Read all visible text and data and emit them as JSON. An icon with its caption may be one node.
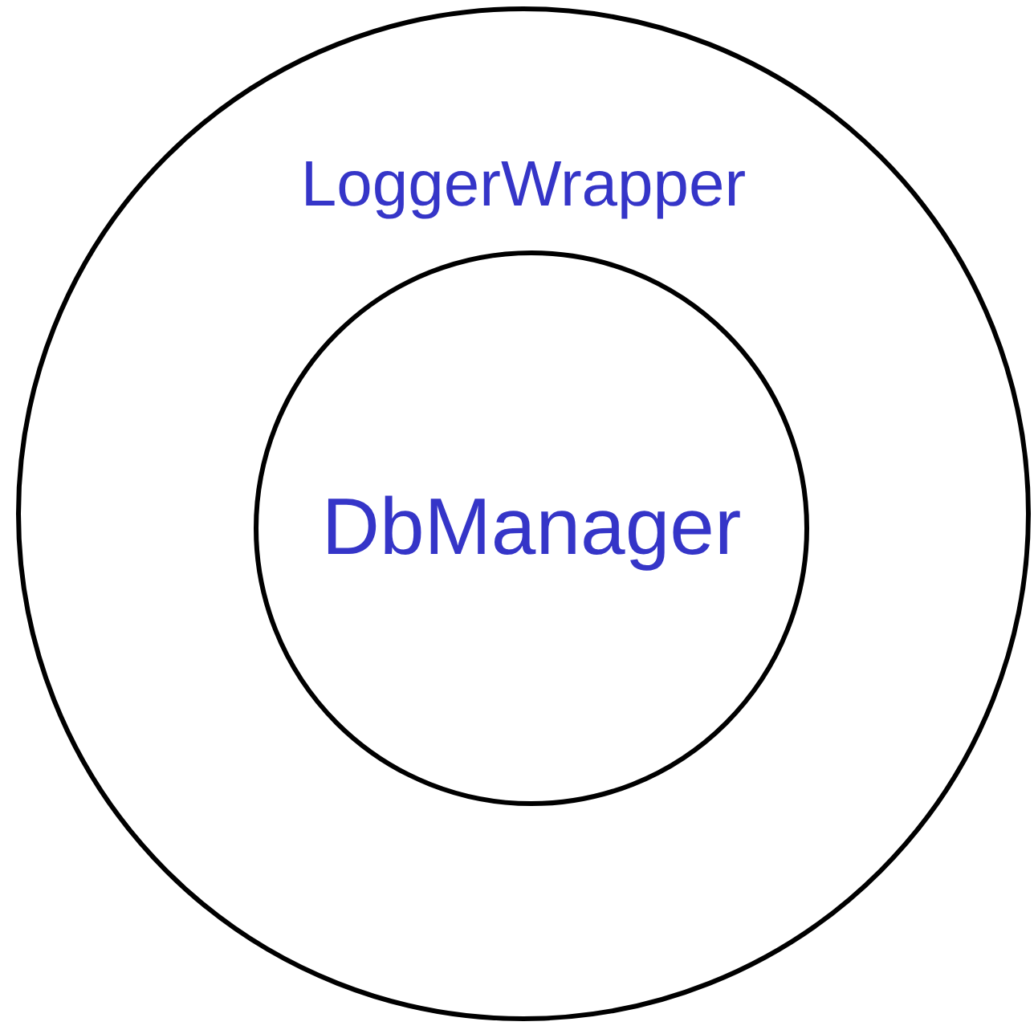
{
  "diagram": {
    "nodes": [
      {
        "text": [
          "LoggerWrapper"
        ]
      },
      {
        "text": [
          "DbManager"
        ],
        "in": 0
      }
    ]
  }
}
